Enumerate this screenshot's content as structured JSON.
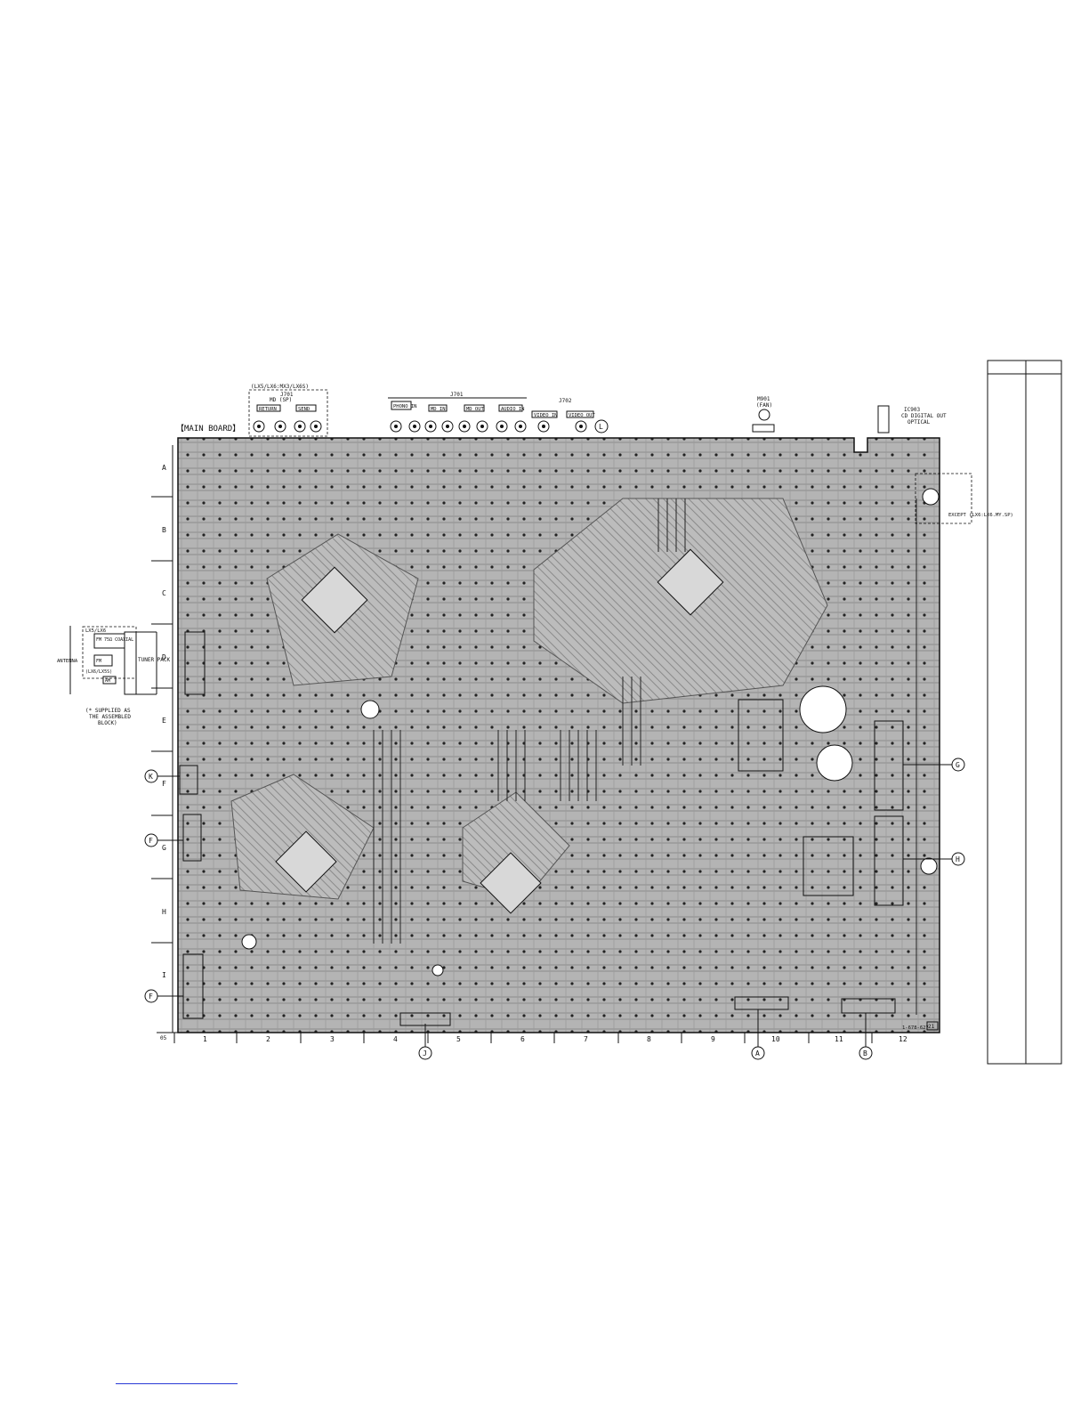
{
  "board": {
    "title": "【MAIN BOARD】",
    "row_labels": [
      "A",
      "B",
      "C",
      "D",
      "E",
      "F",
      "G",
      "H",
      "I"
    ],
    "col_labels": [
      "1",
      "2",
      "3",
      "4",
      "5",
      "6",
      "7",
      "8",
      "9",
      "10",
      "11",
      "12"
    ],
    "corner_label": "05",
    "board_number": "1-678-627-",
    "page_ref": "21",
    "connector_refs": {
      "K": "K",
      "F1": "F",
      "F2": "F",
      "J": "J",
      "A": "A",
      "B": "B",
      "G": "G",
      "H": "H",
      "L": "L"
    }
  },
  "top_jacks": {
    "md_group_note": "(LX5/LX6:MX3/LX6S)",
    "md_group_ref": "J701",
    "md_group_sub": "MD (SP)",
    "return_label": "RETURN",
    "send_label": "SEND",
    "jack_group_ref": "J701",
    "phono_label": "PHONO IN",
    "md_in_label": "MD IN",
    "md_out_label": "MD OUT",
    "audio_in_label": "AUDIO IN",
    "video_group_ref": "J702",
    "video_in_label": "VIDEO IN",
    "video_out_label": "VIDEO OUT",
    "fan_ref": "M901",
    "fan_label": "(FAN)",
    "optical_ref": "IC903",
    "optical_label1": "CD DIGITAL OUT",
    "optical_label2": "OPTICAL",
    "except_note_right": "EXCEPT (LX6:LX6.MY.SP)"
  },
  "tuner": {
    "antenna_label": "ANTENNA",
    "fm_label": "FM 75Ω COAXIAL",
    "am_label": "AM",
    "variants": "LX5/LX6",
    "variants2": "(LX6/LX5S)",
    "pack_label": "TUNER PACK",
    "supplied_note1": "(* SUPPLIED AS",
    "supplied_note2": "THE ASSEMBLED",
    "supplied_note3": "BLOCK)"
  },
  "side_table": {
    "header_a": "",
    "header_b": ""
  },
  "colors": {
    "ink": "#111111",
    "board_fill": "#bdbdbd",
    "link": "#2a3bd6"
  }
}
